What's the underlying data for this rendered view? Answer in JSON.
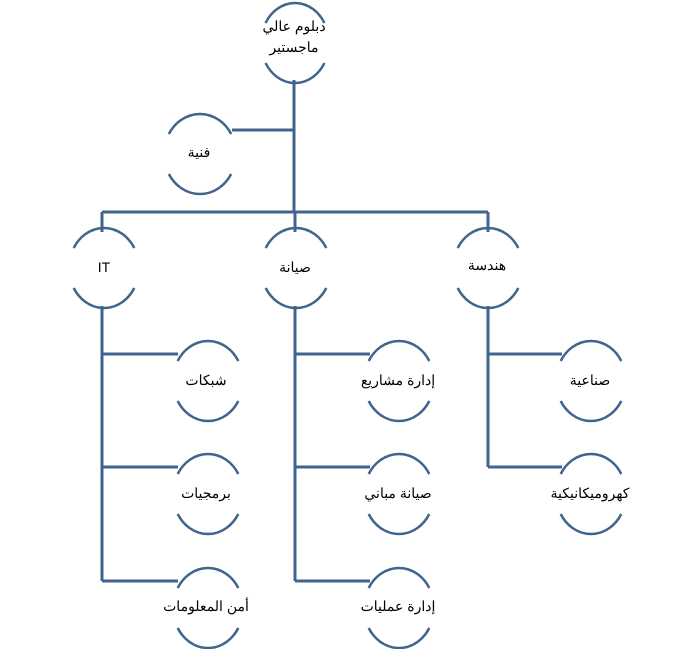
{
  "colors": {
    "line": "#41648f",
    "text": "#000000",
    "background": "#ffffff"
  },
  "nodes": {
    "root": {
      "line1": "دبلوم عالي",
      "line2": "ماجستير"
    },
    "technical": "فنية",
    "it": "IT",
    "maintenance": "صيانة",
    "engineering": "هندسة",
    "networks": "شبكات",
    "programming": "برمجيات",
    "info_security": "أمن المعلومات",
    "project_management": "إدارة مشاريع",
    "building_maintenance": "صيانة مباني",
    "operations_management": "إدارة عمليات",
    "industrial": "صناعية",
    "electromechanical": "كهروميكانيكية"
  }
}
